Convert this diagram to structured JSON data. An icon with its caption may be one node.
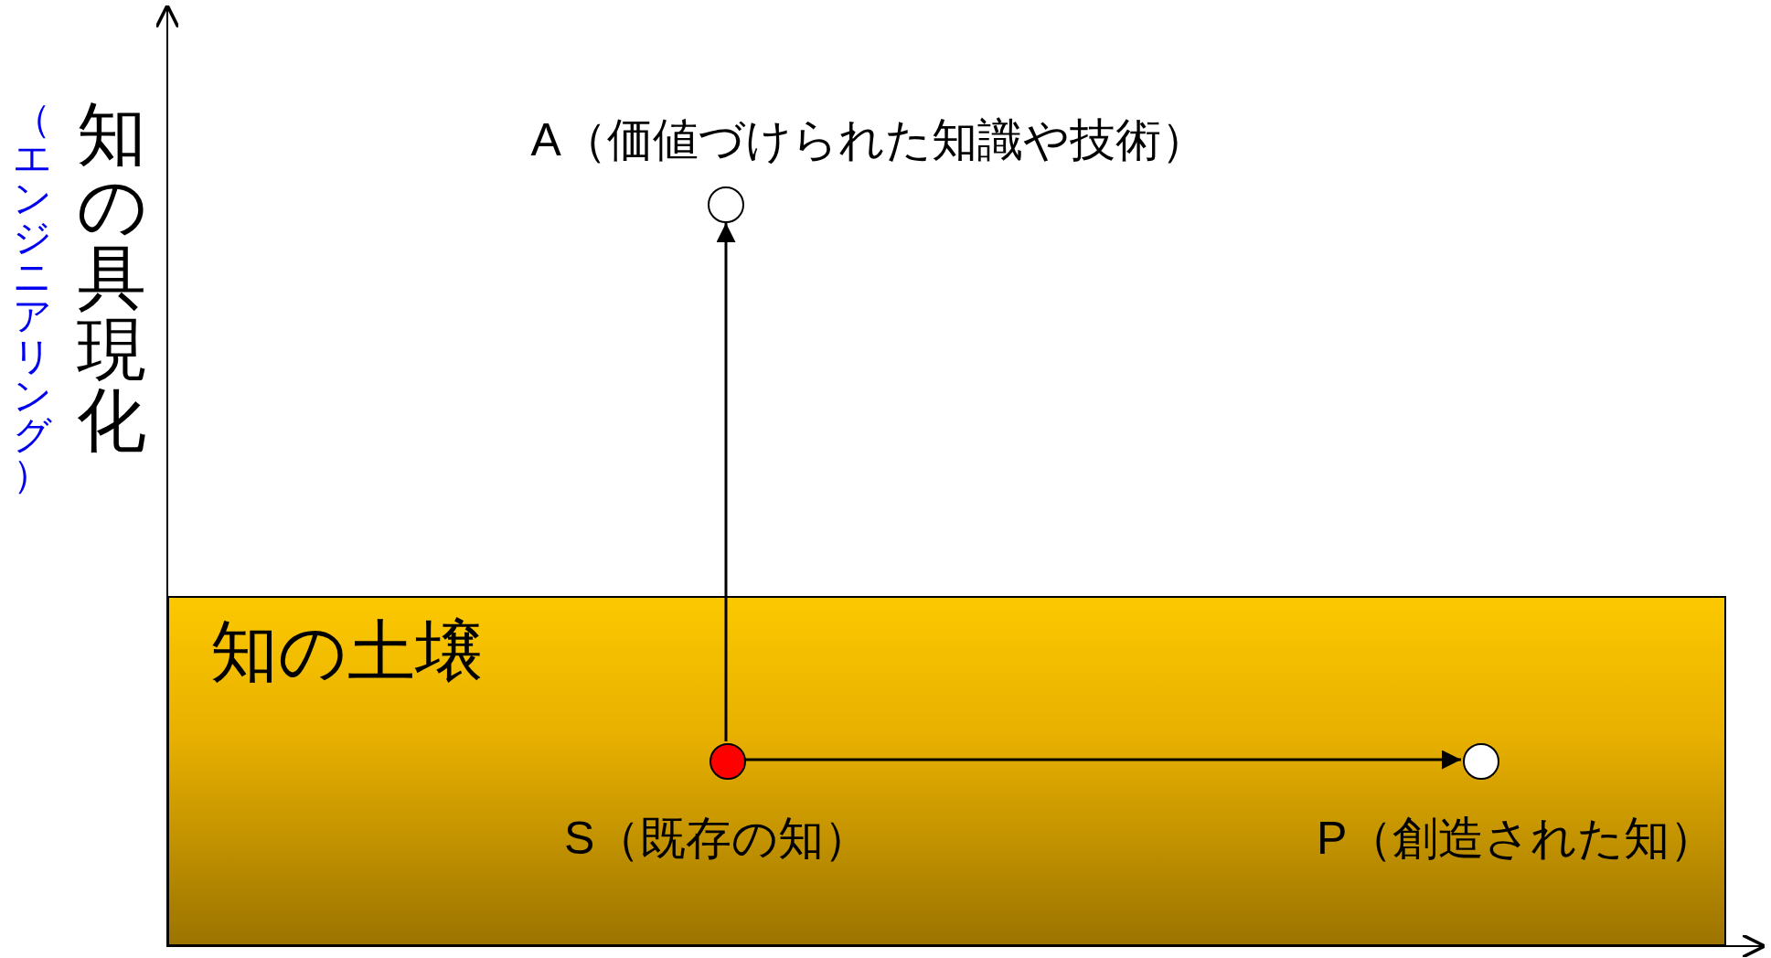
{
  "diagram": {
    "nodes": [
      {
        "text": [],
        "shape": "circle",
        "beside": [
          "A（価値づけられた知識や技術）"
        ]
      },
      {
        "text": [
          "知の土壌"
        ]
      },
      {
        "text": [],
        "shape": "circle",
        "beside": [
          "S（既存の知）"
        ],
        "in": 1
      },
      {
        "text": [],
        "shape": "circle",
        "beside": [
          "P（創造された知）"
        ],
        "in": 1
      }
    ],
    "edges": [
      {
        "from": 2,
        "to": 0,
        "arrow": "to"
      },
      {
        "from": 2,
        "to": 3,
        "arrow": "to"
      }
    ],
    "labels": [
      "知の具現化",
      "（エンジニアリング）"
    ]
  }
}
